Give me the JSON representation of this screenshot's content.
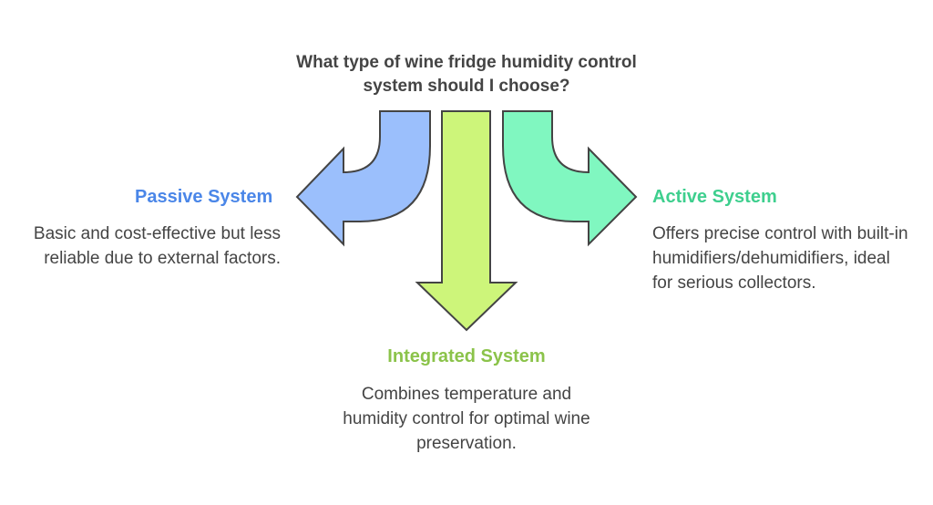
{
  "question": "What type of wine fridge humidity control system should I choose?",
  "options": [
    {
      "title": "Passive System",
      "description": "Basic and cost-effective but less reliable due to external factors.",
      "color": "#9bbffc",
      "title_color": "#4a86e8"
    },
    {
      "title": "Integrated System",
      "description": "Combines temperature and humidity control for optimal wine preservation.",
      "color": "#cdf57a",
      "title_color": "#8bc34a"
    },
    {
      "title": "Active System",
      "description": "Offers precise control with built-in humidifiers/dehumidifiers, ideal for serious collectors.",
      "color": "#80f7c0",
      "title_color": "#3ecf8e"
    }
  ]
}
